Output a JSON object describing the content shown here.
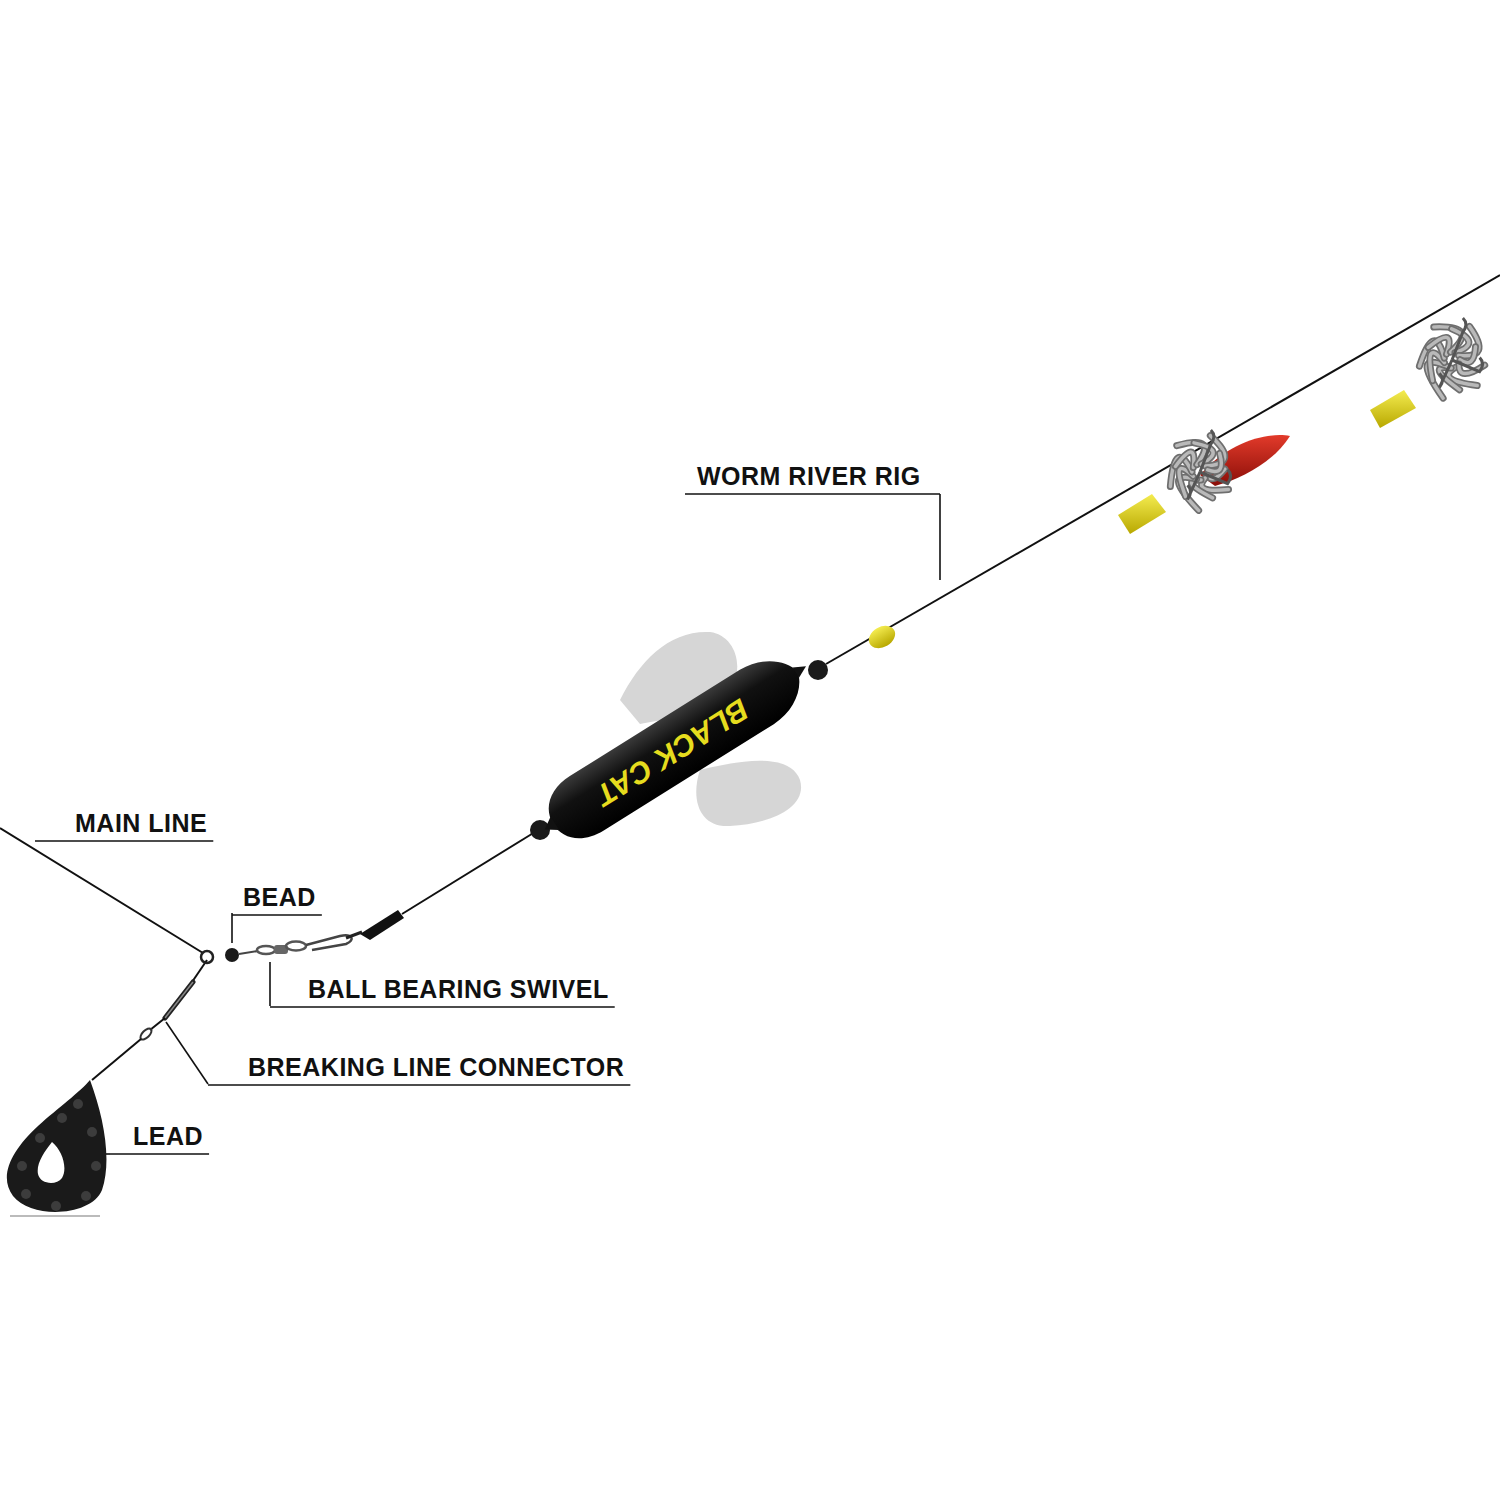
{
  "diagram": {
    "labels": [
      "WORM RIVER RIG",
      "MAIN LINE",
      "BEAD",
      "BALL BEARING SWIVEL",
      "BREAKING LINE CONNECTOR",
      "LEAD",
      "BLACK CAT"
    ]
  }
}
